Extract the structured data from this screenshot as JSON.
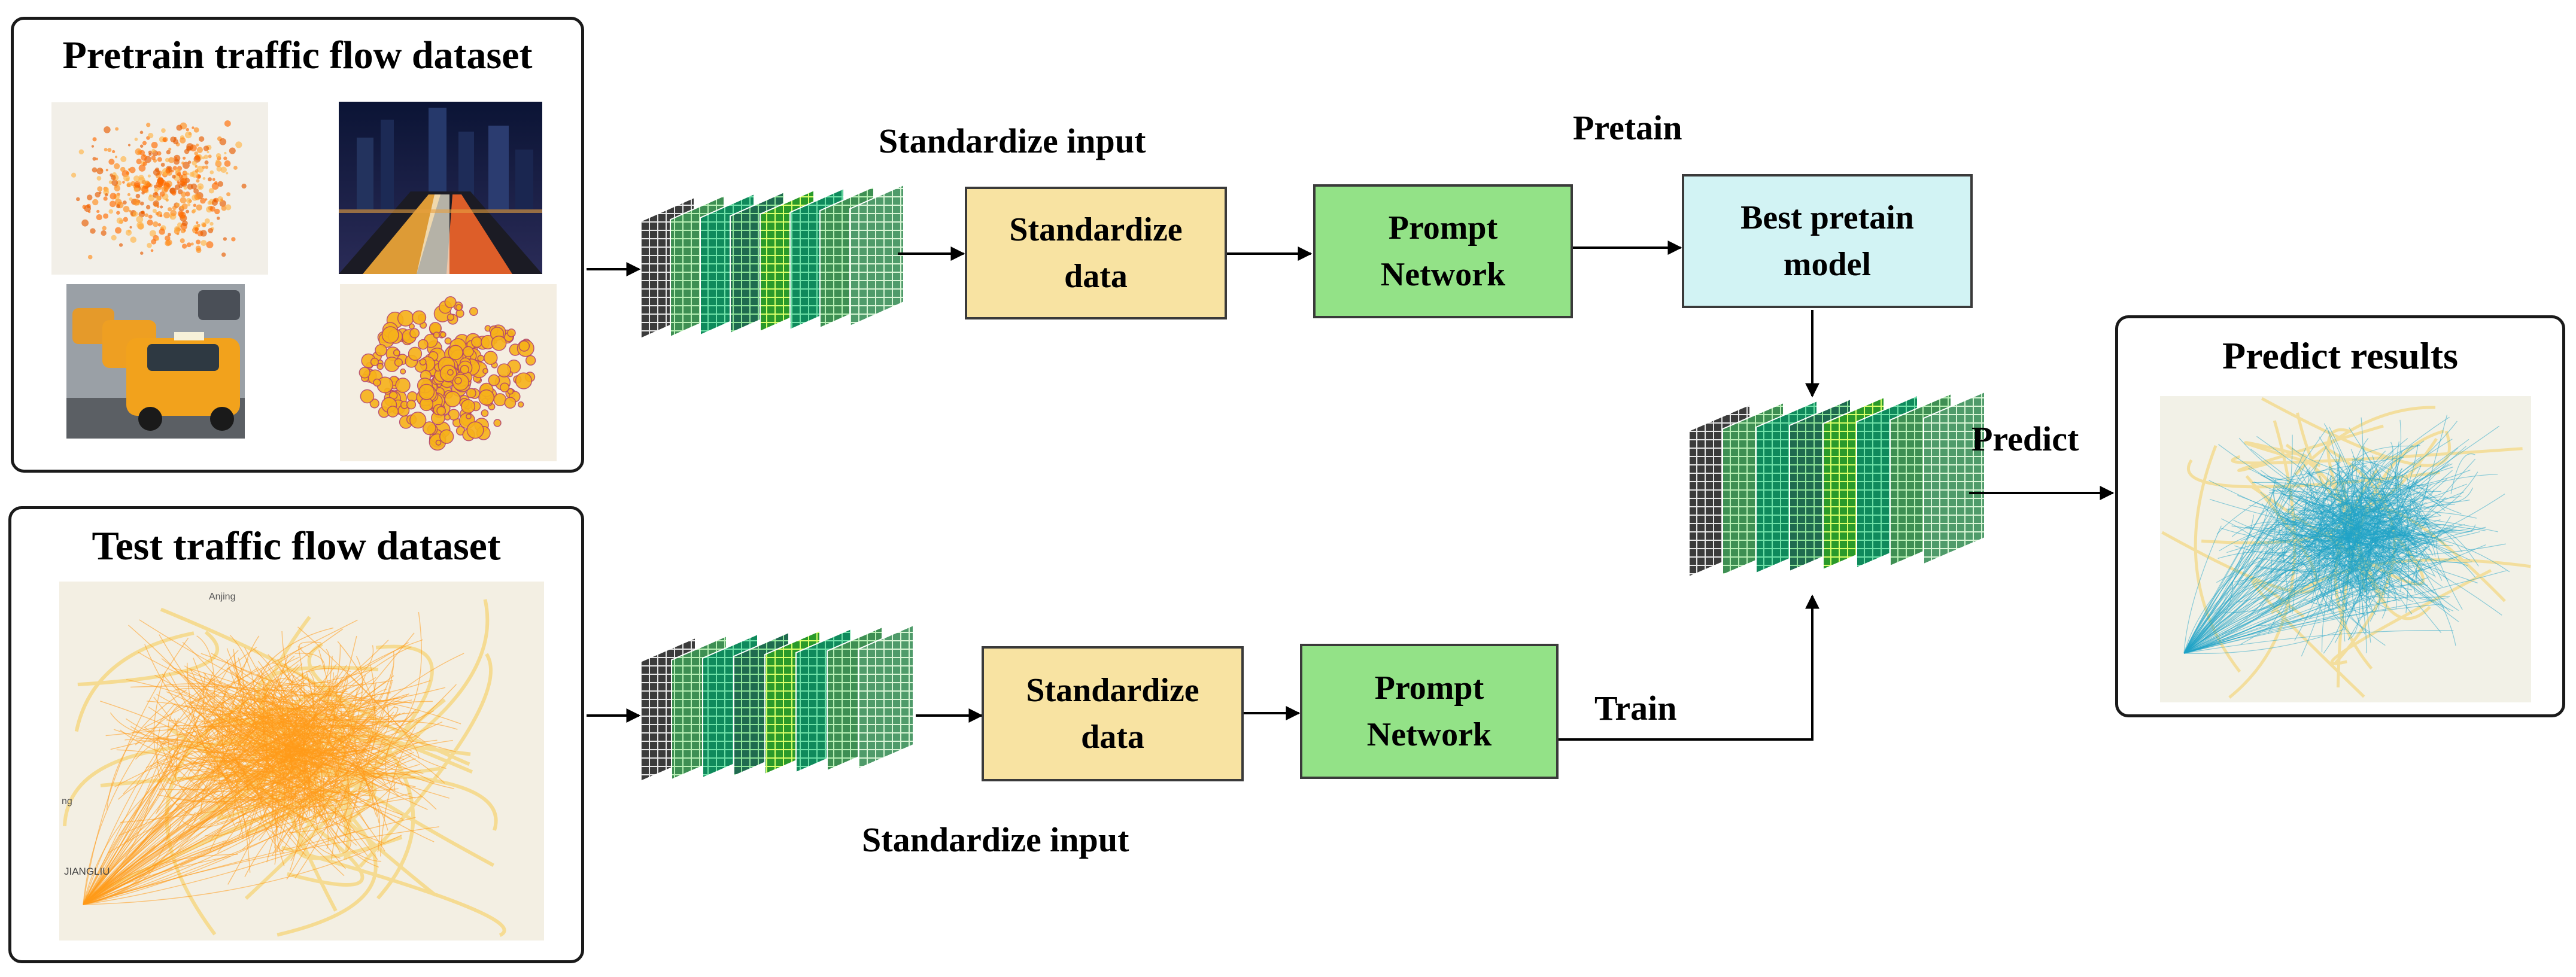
{
  "pretrain_panel": {
    "title": "Pretrain traffic flow dataset"
  },
  "test_panel": {
    "title": "Test traffic flow dataset"
  },
  "results_panel": {
    "title": "Predict results"
  },
  "top_flow": {
    "input_label": "Standardize input",
    "standardize_box": [
      "Standardize",
      "data"
    ],
    "prompt_box": [
      "Prompt",
      "Network"
    ],
    "stage_label": "Pretain",
    "best_box": [
      "Best pretain",
      "model"
    ]
  },
  "bottom_flow": {
    "input_label": "Standardize input",
    "standardize_box": [
      "Standardize",
      "data"
    ],
    "prompt_box": [
      "Prompt",
      "Network"
    ],
    "stage_label": "Train"
  },
  "predict_label": "Predict",
  "colors": {
    "standardize": "#f8e3a2",
    "prompt": "#93e287",
    "best_model": "#d2f3f4",
    "test_map_routes": "#ff9a1a",
    "result_map_routes": "#1fa3c8"
  },
  "map_text": {
    "test_map": [
      "Anjing",
      "JIANGLIU",
      "ng"
    ]
  }
}
